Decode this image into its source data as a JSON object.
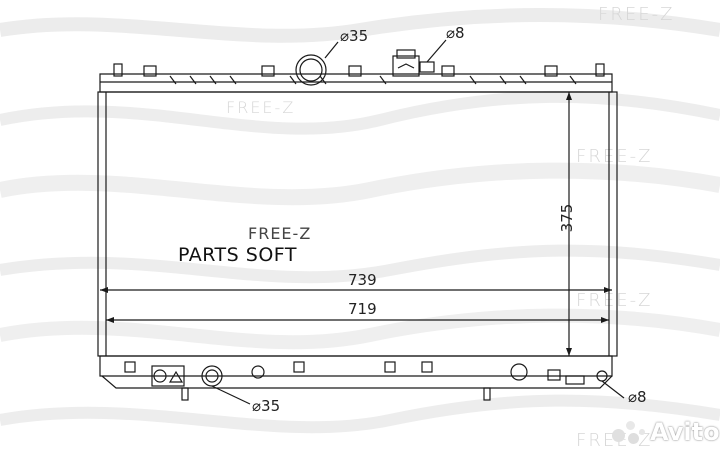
{
  "watermarks": {
    "top_right": "FREE-Z",
    "mid_left": "FREE-Z",
    "center_brand": "FREE-Z",
    "right_upper": "FREE-Z",
    "right_lower": "FREE-Z",
    "bottom_right": "FREE-Z"
  },
  "center_label": "PARTS SOFT",
  "dimensions": {
    "top_inlet": "⌀35",
    "top_drain": "⌀8",
    "height": "375",
    "overall_width": "739",
    "core_width": "719",
    "bottom_outlet": "⌀35",
    "bottom_drain": "⌀8"
  },
  "badge": {
    "text": "Avito"
  },
  "colors": {
    "line": "#1a1a1a",
    "watermark": "#d6d6d6",
    "wave": "#e9e9e9"
  }
}
